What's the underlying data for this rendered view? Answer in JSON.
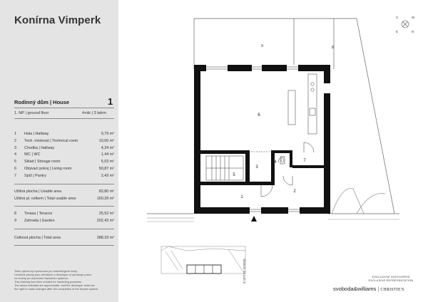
{
  "title": "Konírna Vimperk",
  "house": {
    "heading": "Rodinný dům | House",
    "number": "1",
    "floor": "1. NP | ground floor",
    "layout": "4+kk | 3 bdrm"
  },
  "rooms": [
    {
      "n": "1",
      "name": "Hala | Hallway",
      "area": "9,79 m²"
    },
    {
      "n": "2",
      "name": "Tech. místnost | Technical room",
      "area": "10,00 m²"
    },
    {
      "n": "3",
      "name": "Chodba | Hallway",
      "area": "4,24 m²"
    },
    {
      "n": "4",
      "name": "WC | WC",
      "area": "1,44 m²"
    },
    {
      "n": "5",
      "name": "Sklad | Storage room",
      "area": "5,03 m²"
    },
    {
      "n": "6",
      "name": "Obývací pokoj | Living room",
      "area": "50,87 m²"
    },
    {
      "n": "7",
      "name": "Spíž | Pantry",
      "area": "2,43 m²"
    }
  ],
  "usable_area": {
    "label": "Užitná plocha | Usable area",
    "value": "83,80 m²"
  },
  "total_usable_area": {
    "label": "Užitná pl. celkem | Total usable area",
    "value": "160,39 m²"
  },
  "outdoor": [
    {
      "n": "8",
      "name": "Terasa | Teracce",
      "area": "25,52 m²"
    },
    {
      "n": "9",
      "name": "Zahrada | Garden",
      "area": "202,42 m²"
    }
  ],
  "total_area": {
    "label": "Celková plocha | Total area",
    "value": "388,33 m²"
  },
  "footnote": "Tento výkres byl zpracován pro marketingové účely.\nUvedené plochy jsou orientační a developer si vyhrazuje právo\nna změny po dokončení fasádního systému.\nThis drawing has been created for marketing purposes.\nThe areas indicated are approximate, and the developer reserves\nthe right to make changes after the completion of the facade system.",
  "plan": {
    "room_numbers": [
      "1",
      "2",
      "3",
      "4",
      "5",
      "6",
      "7"
    ],
    "plot_labels": [
      "9",
      "8"
    ],
    "street": "Šitauce na polích"
  },
  "compass": {
    "s": "S",
    "w": "W",
    "n": "N",
    "e": "E"
  },
  "representation": "EXKLUZIVNÍ ZASTOUPENÍ\nEXCLUSIVE REPRESENTATION",
  "brand": {
    "name": "svoboda&williams",
    "sep": "|",
    "partner": "CHRISTIE'S"
  },
  "colors": {
    "sidebar_bg": "#e4e4e4",
    "wall": "#111111",
    "text": "#222222"
  }
}
